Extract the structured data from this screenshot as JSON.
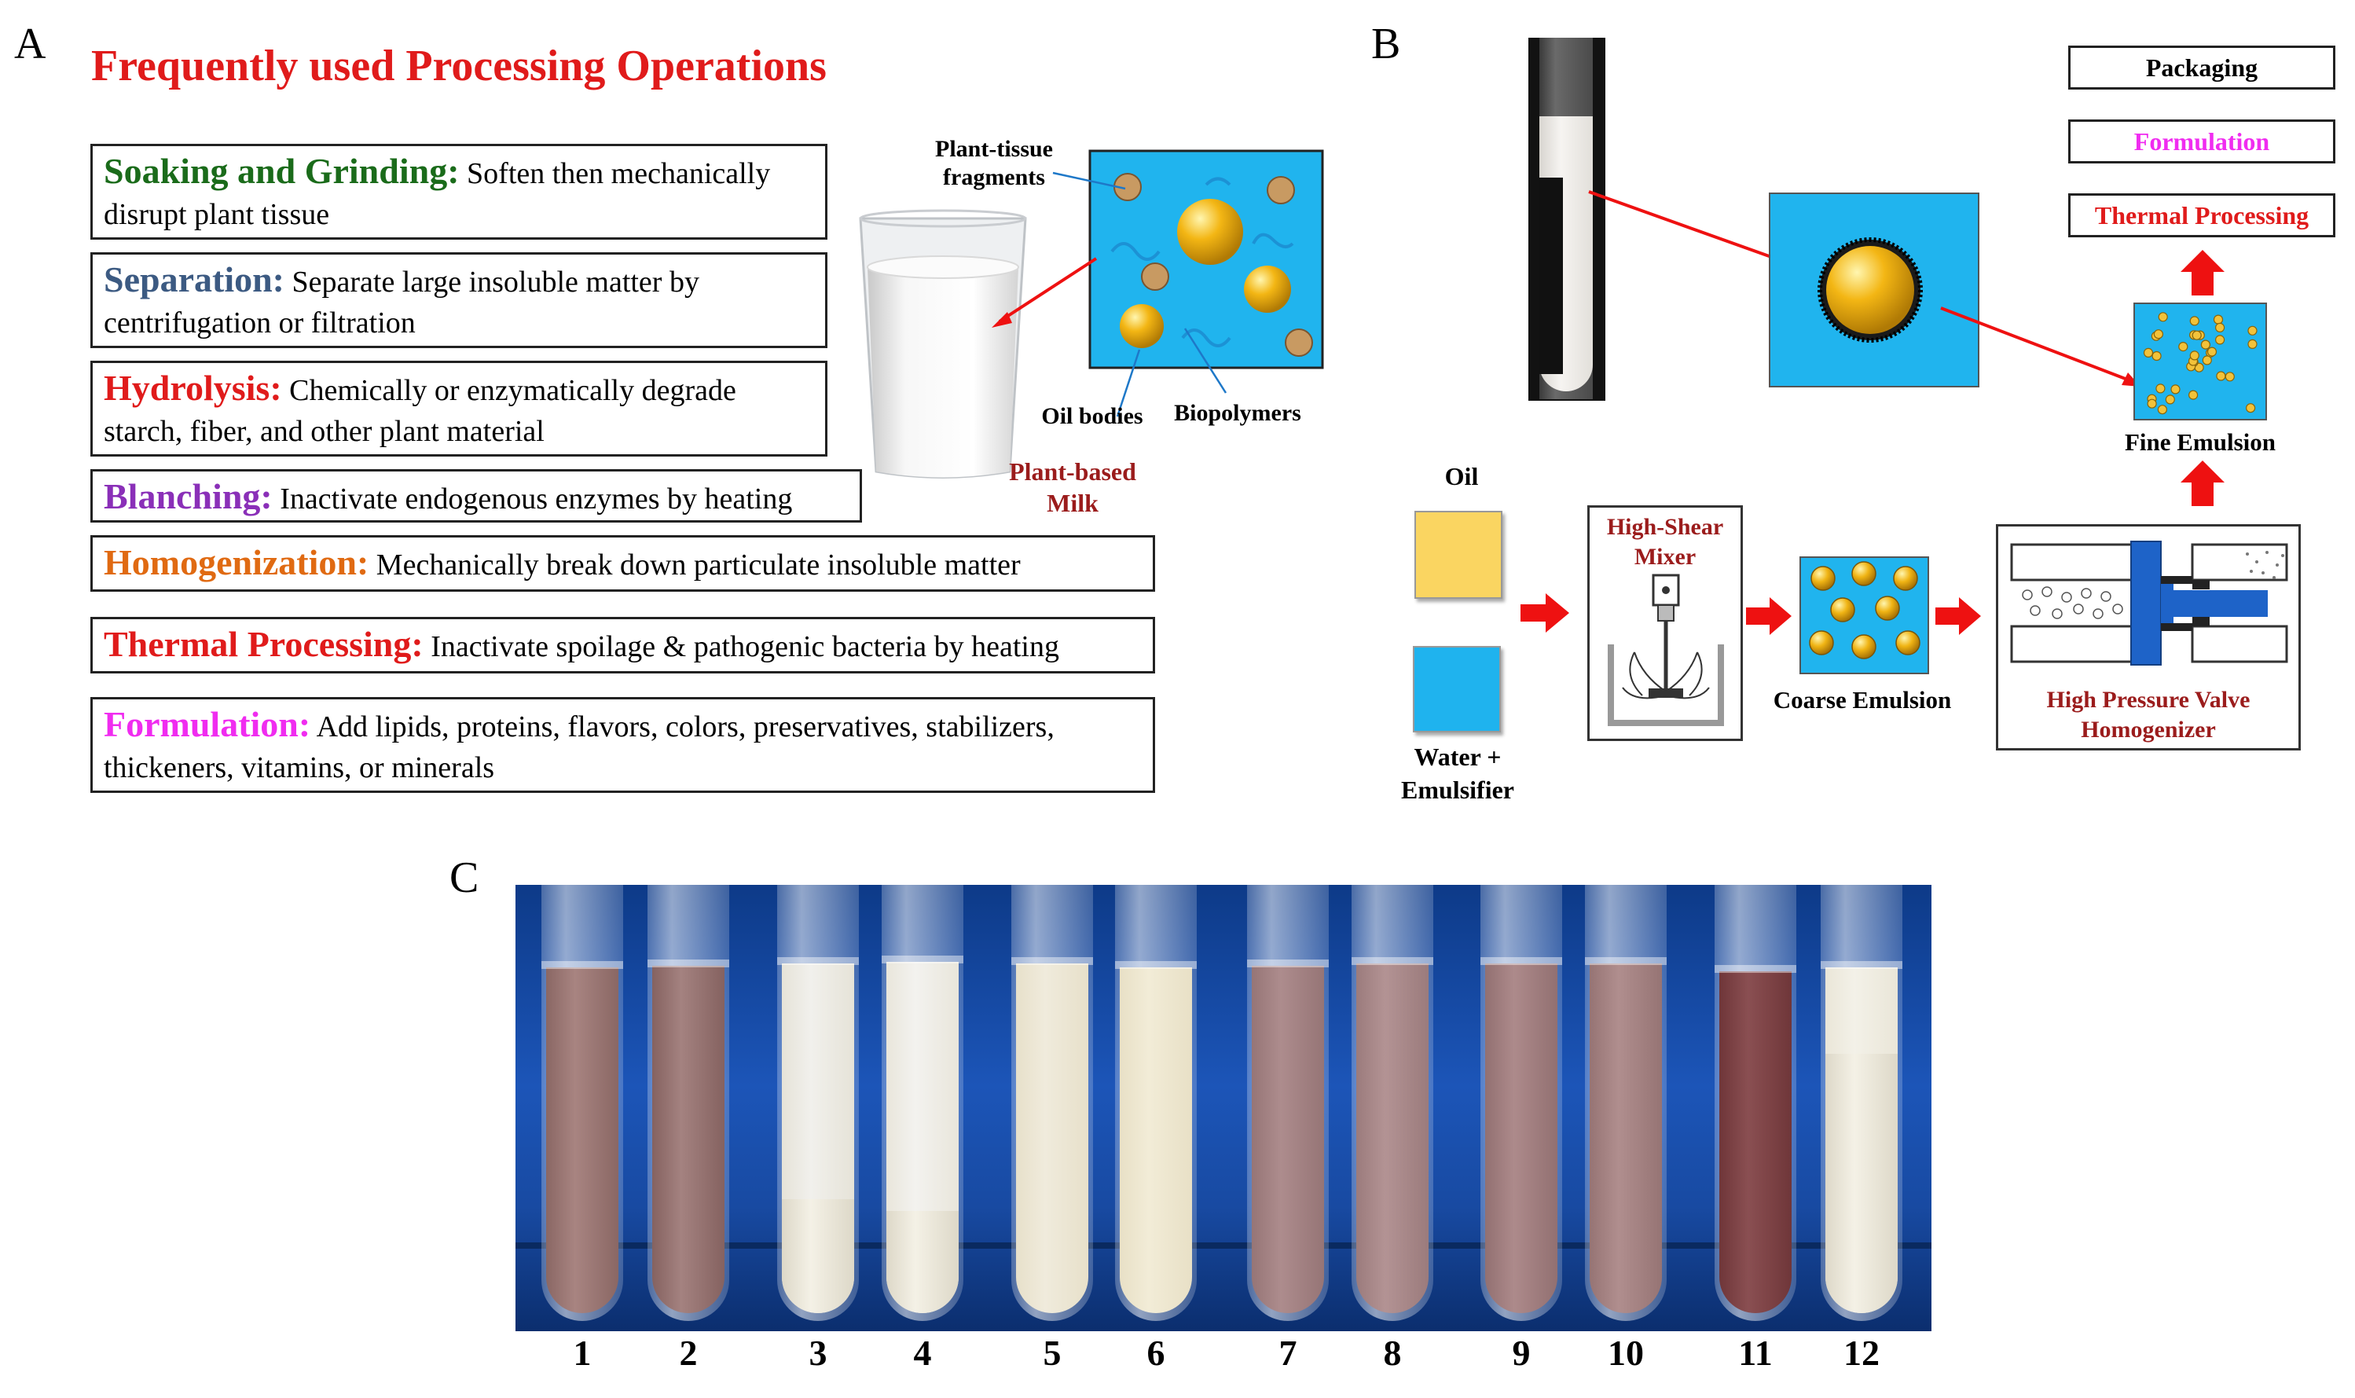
{
  "panel_a": {
    "letter": "A",
    "title": "Frequently used Processing Operations",
    "operations": [
      {
        "term": "Soaking and Grinding:",
        "desc": " Soften then mechanically disrupt plant tissue",
        "color": "#1a6b1a"
      },
      {
        "term": "Separation:",
        "desc": " Separate large insoluble matter by centrifugation or filtration",
        "color": "#3c5a82"
      },
      {
        "term": "Hydrolysis:",
        "desc": "  Chemically or enzymatically degrade starch, fiber, and other plant material",
        "color": "#e01b1b"
      },
      {
        "term": "Blanching:",
        "desc": " Inactivate endogenous enzymes by heating",
        "color": "#8a2fb8"
      },
      {
        "term": "Homogenization:",
        "desc": " Mechanically break down particulate insoluble matter",
        "color": "#e06a12"
      },
      {
        "term": "Thermal Processing:",
        "desc": " Inactivate spoilage & pathogenic bacteria by heating",
        "color": "#e01b1b"
      },
      {
        "term": "Formulation:",
        "desc": " Add lipids, proteins, flavors, colors, preservatives, stabilizers, thickeners, vitamins, or minerals",
        "color": "#f02cf0"
      }
    ],
    "illustration": {
      "tissue_label": "Plant-tissue fragments",
      "oil_label": "Oil bodies",
      "biopolymer_label": "Biopolymers",
      "milk_label": "Plant-based Milk",
      "milk_label_color": "#9b1c1c"
    }
  },
  "panel_b": {
    "letter": "B",
    "stack": [
      {
        "label": "Packaging",
        "color": "#000000"
      },
      {
        "label": "Formulation",
        "color": "#f02cf0"
      },
      {
        "label": "Thermal Processing",
        "color": "#e01b1b"
      }
    ],
    "fine_emulsion": "Fine Emulsion",
    "oil": "Oil",
    "water": "Water + Emulsifier",
    "mixer": "High-Shear Mixer",
    "mixer_color": "#9b1c1c",
    "coarse": "Coarse Emulsion",
    "homogenizer": "High Pressure Valve Homogenizer",
    "homogenizer_color": "#9b1c1c",
    "colors": {
      "water": "#1fb3ee",
      "oil": "#fad561",
      "arrow": "#ee1111",
      "droplet": "#f0b414"
    }
  },
  "panel_c": {
    "letter": "C",
    "tube_numbers": [
      "1",
      "2",
      "3",
      "4",
      "5",
      "6",
      "7",
      "8",
      "9",
      "10",
      "11",
      "12"
    ]
  }
}
